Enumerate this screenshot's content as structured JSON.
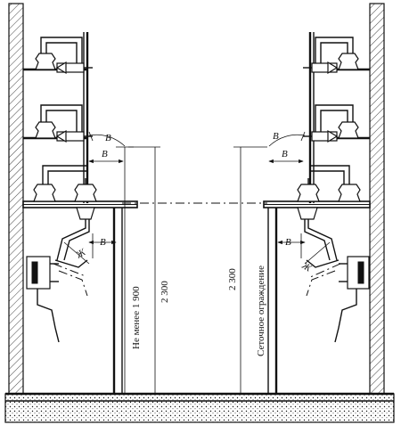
{
  "labels": {
    "dim_b": "В",
    "dim_zh": "Ж",
    "min_height": "Не менее 1 900",
    "height_left": "2 300",
    "height_right": "2 300",
    "mesh_fence": "Сеточное ограждение"
  }
}
